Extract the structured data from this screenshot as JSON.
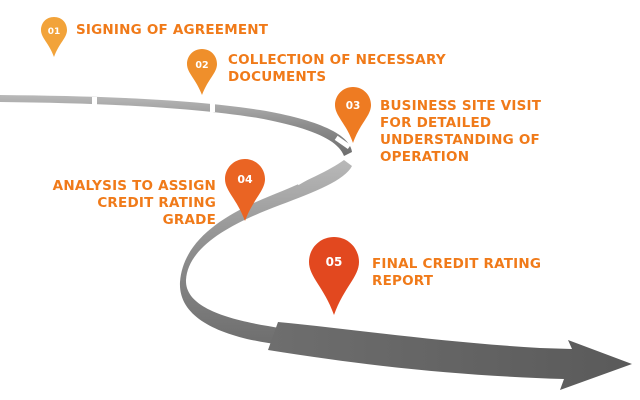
{
  "colors": {
    "text": "#f07a19",
    "pin_1": "#f2a33a",
    "pin_2": "#ef8f2b",
    "pin_3": "#ee7b22",
    "pin_4": "#ea6423",
    "pin_5": "#e2481f",
    "road": "#8a8a8a"
  },
  "steps": [
    {
      "number": "01",
      "lines": [
        "SIGNING OF AGREEMENT"
      ]
    },
    {
      "number": "02",
      "lines": [
        "COLLECTION OF NECESSARY",
        "DOCUMENTS"
      ]
    },
    {
      "number": "03",
      "lines": [
        "BUSINESS SITE VISIT",
        "FOR DETAILED",
        "UNDERSTANDING OF",
        "OPERATION"
      ]
    },
    {
      "number": "04",
      "lines": [
        "ANALYSIS TO ASSIGN",
        "CREDIT RATING",
        "GRADE"
      ]
    },
    {
      "number": "05",
      "lines": [
        "FINAL CREDIT RATING",
        "REPORT"
      ]
    }
  ]
}
